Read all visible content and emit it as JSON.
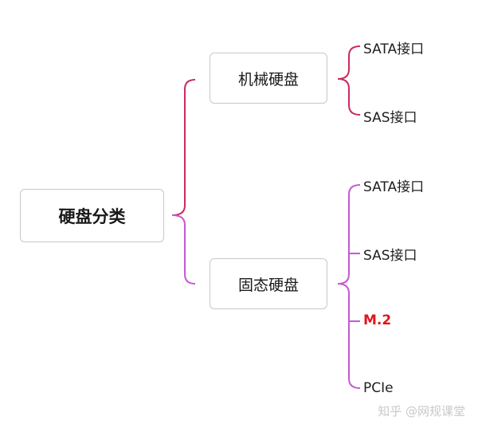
{
  "root": {
    "label": "硬盘分类"
  },
  "branches": [
    {
      "label": "机械硬盘",
      "children": [
        "SATA接口",
        "SAS接口"
      ]
    },
    {
      "label": "固态硬盘",
      "children": [
        "SATA接口",
        "SAS接口",
        "M.2",
        "PCIe"
      ]
    }
  ],
  "watermark": "知乎 @网规课堂",
  "colors": {
    "branch1_connector": "#cd2a5b",
    "branch2_connector": "#c45ad3",
    "highlight_text": "#e0161b",
    "node_border": "#c8c8c8"
  }
}
